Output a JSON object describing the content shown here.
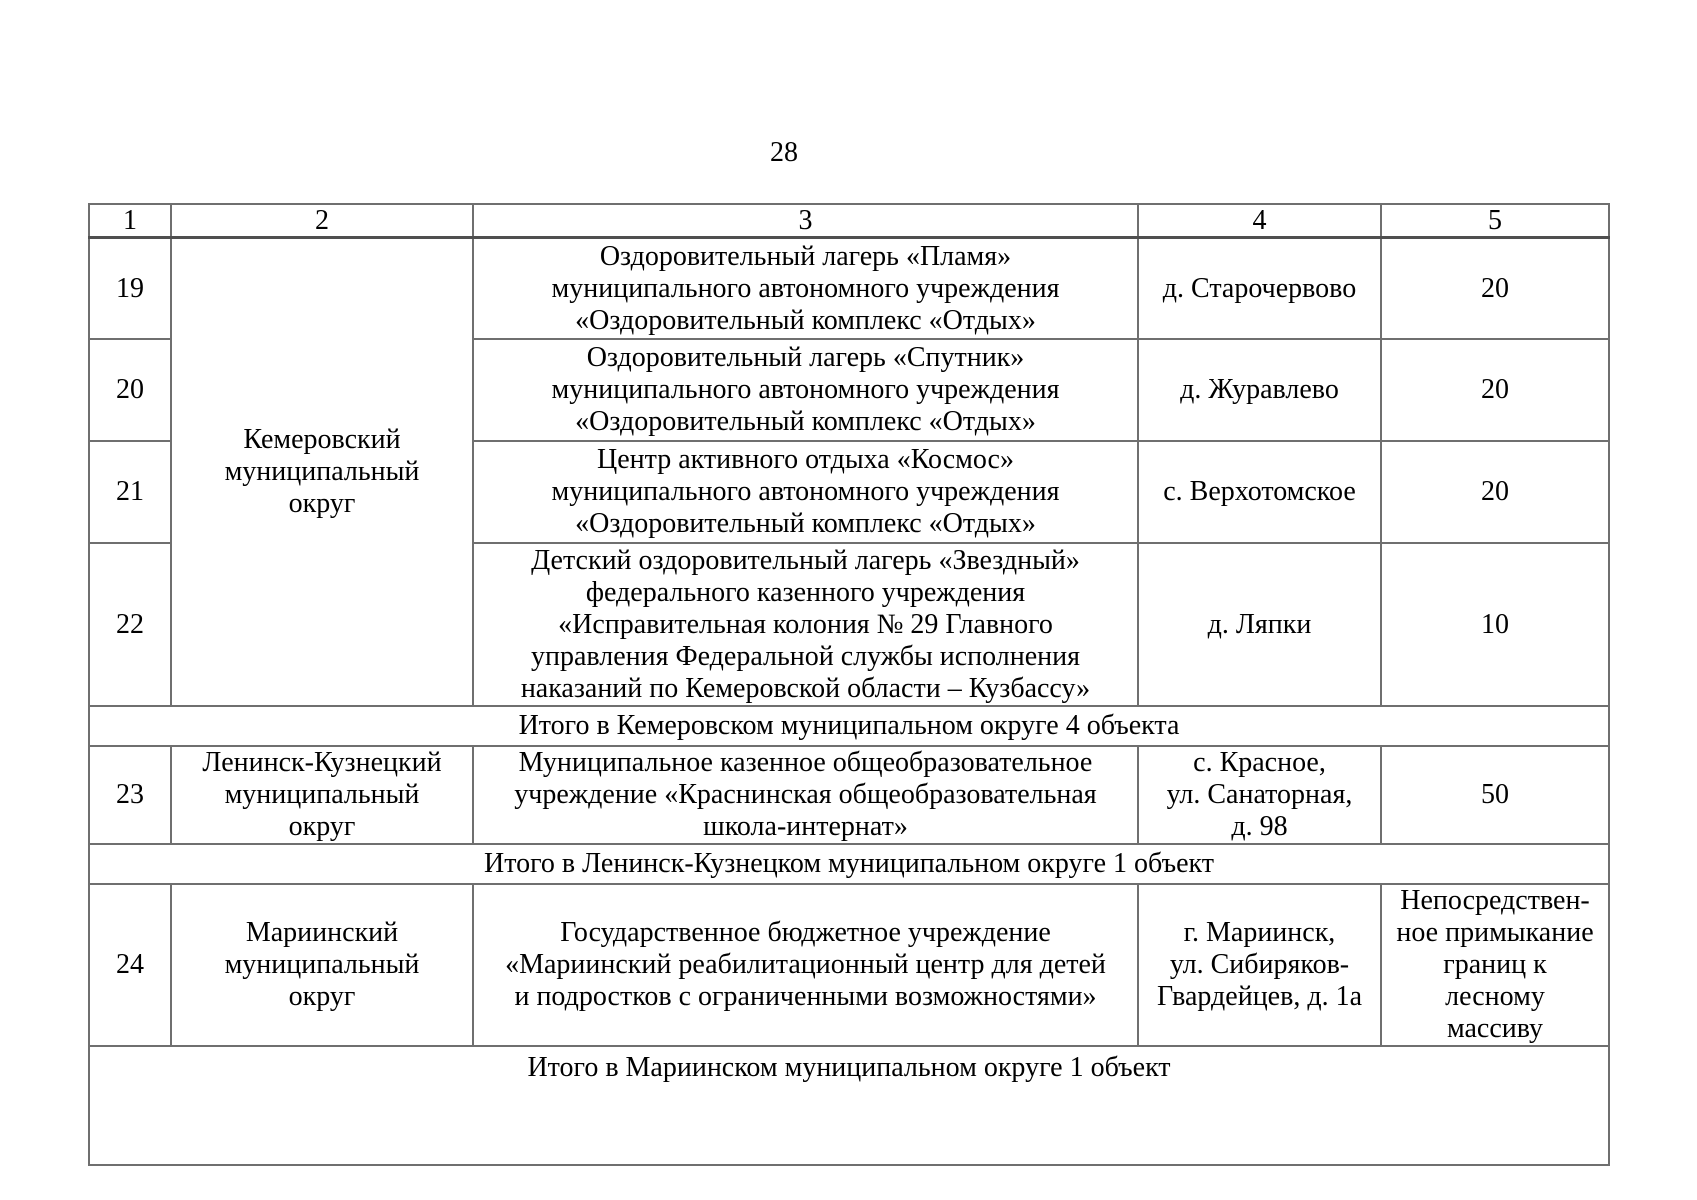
{
  "page": {
    "number": "28"
  },
  "table": {
    "header": {
      "c1": "1",
      "c2": "2",
      "c3": "3",
      "c4": "4",
      "c5": "5"
    },
    "kemerovo_district": "Кемеровский\nмуниципальный\nокруг",
    "rows": [
      {
        "num": "19",
        "name": "Оздоровительный лагерь «Пламя»\nмуниципального автономного учреждения\n«Оздоровительный комплекс «Отдых»",
        "location": "д. Старочервово",
        "distance": "20"
      },
      {
        "num": "20",
        "name": "Оздоровительный лагерь «Спутник»\nмуниципального автономного учреждения\n«Оздоровительный комплекс «Отдых»",
        "location": "д. Журавлево",
        "distance": "20"
      },
      {
        "num": "21",
        "name": "Центр активного отдыха «Космос»\nмуниципального автономного учреждения\n«Оздоровительный комплекс «Отдых»",
        "location": "с. Верхотомское",
        "distance": "20"
      },
      {
        "num": "22",
        "name": "Детский оздоровительный лагерь «Звездный»\nфедерального казенного учреждения\n«Исправительная колония № 29 Главного\nуправления Федеральной службы исполнения\nнаказаний по Кемеровской области – Кузбассу»",
        "location": "д. Ляпки",
        "distance": "10"
      },
      {
        "num": "23",
        "district": "Ленинск-Кузнецкий\nмуниципальный\nокруг",
        "name": "Муниципальное казенное общеобразовательное\nучреждение «Краснинская общеобразовательная\nшкола-интернат»",
        "location": "с. Красное,\nул. Санаторная,\nд. 98",
        "distance": "50"
      },
      {
        "num": "24",
        "district": "Мариинский\nмуниципальный\nокруг",
        "name": "Государственное бюджетное учреждение\n«Мариинский реабилитационный центр для детей\nи подростков с ограниченными возможностями»",
        "location": "г. Мариинск,\nул. Сибиряков-\nГвардейцев, д. 1а",
        "distance": "Непосредствен-\nное примыкание\nграниц к\nлесному\nмассиву"
      }
    ],
    "totals": [
      "Итого в Кемеровском муниципальном округе 4 объекта",
      "Итого в Ленинск-Кузнецком муниципальном округе 1 объект",
      "Итого в Мариинском муниципальном округе 1 объект"
    ]
  }
}
